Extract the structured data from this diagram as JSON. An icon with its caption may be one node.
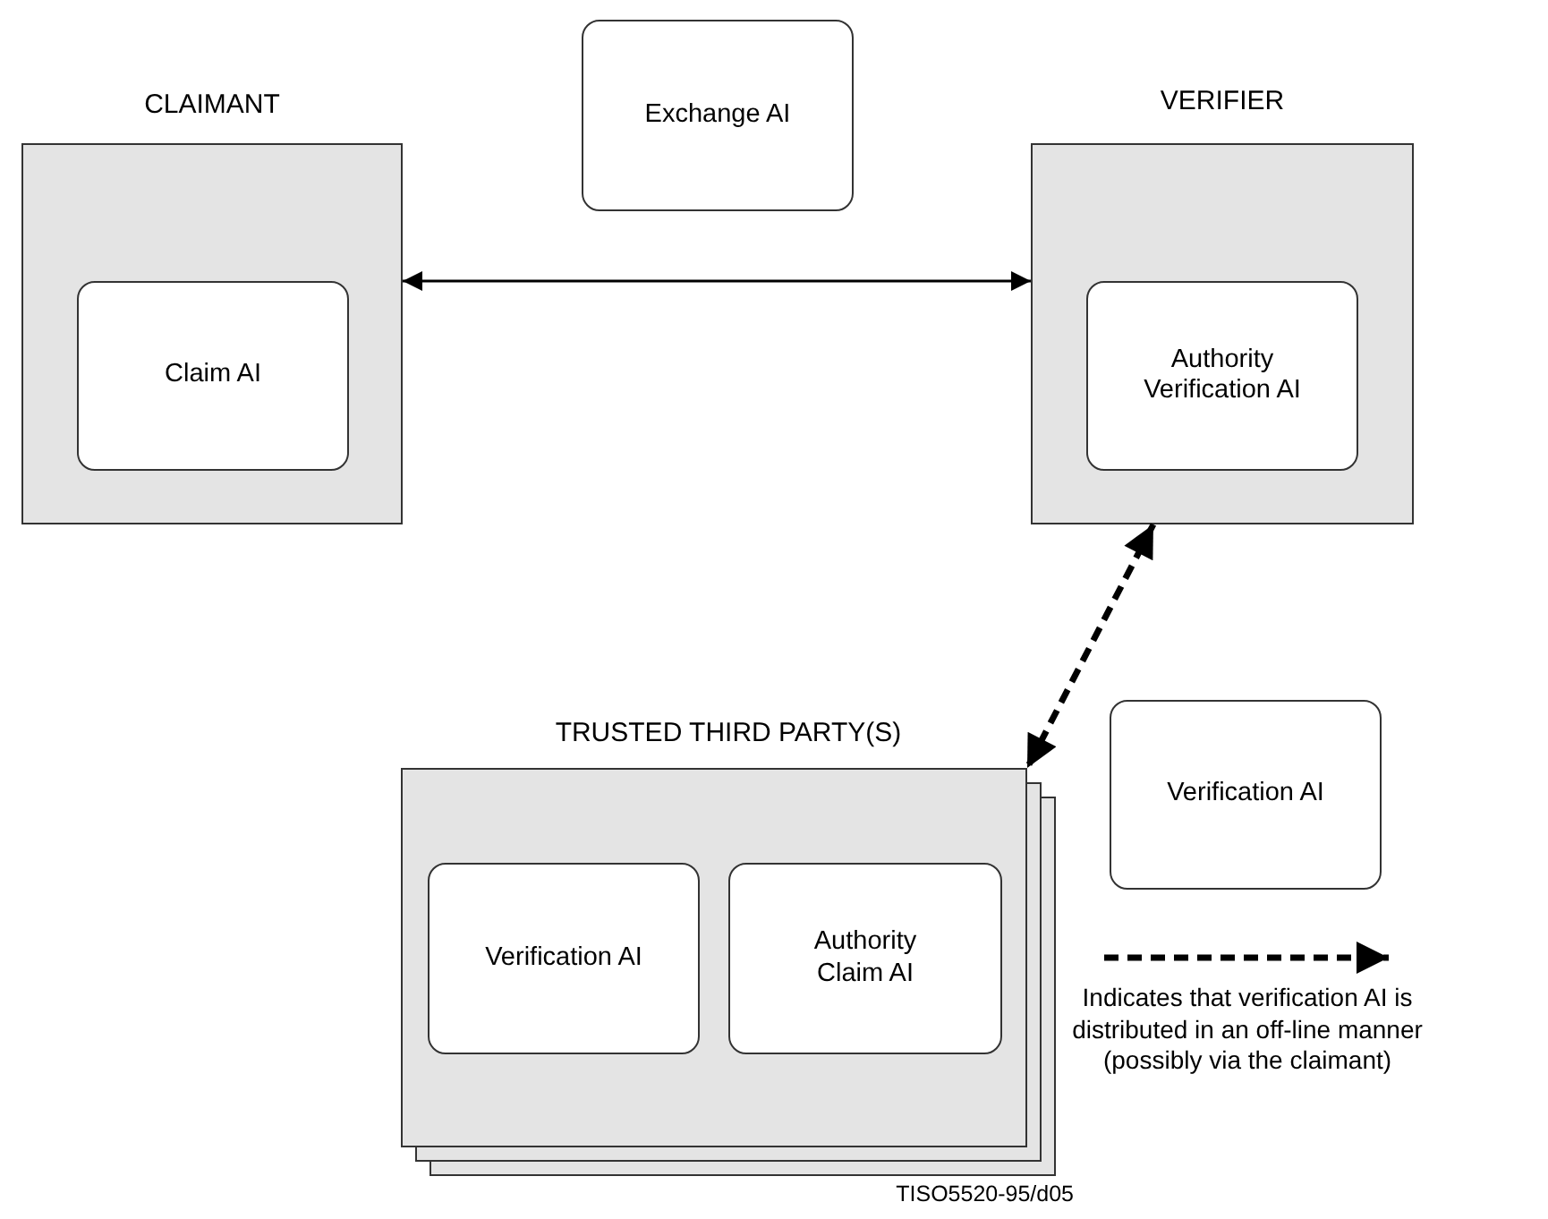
{
  "diagram": {
    "nodes": [
      {
        "text": [
          "CLAIMANT"
        ]
      },
      {
        "text": [
          "Claim AI"
        ],
        "in": 0
      },
      {
        "text": [
          "Exchange AI"
        ]
      },
      {
        "text": [
          "VERIFIER"
        ]
      },
      {
        "text": [
          "Authority Verification AI"
        ],
        "in": 3
      },
      {
        "text": [
          "TRUSTED THIRD PARTY(S)"
        ]
      },
      {
        "text": [
          "Verification AI"
        ],
        "in": 5
      },
      {
        "text": [
          "Authority Claim AI"
        ],
        "in": 5
      },
      {
        "text": [
          "Verification AI"
        ]
      }
    ],
    "edges": [
      {
        "from": 0,
        "to": 3,
        "arrow": "both"
      },
      {
        "from": 3,
        "to": 5,
        "arrow": "both",
        "style": "dashed"
      }
    ],
    "labels": [
      "TISO5520-95/d05"
    ],
    "legend": [
      {
        "text": "Indicates that verification AI is distributed in an off-line manner (possibly via the claimant)"
      }
    ]
  }
}
